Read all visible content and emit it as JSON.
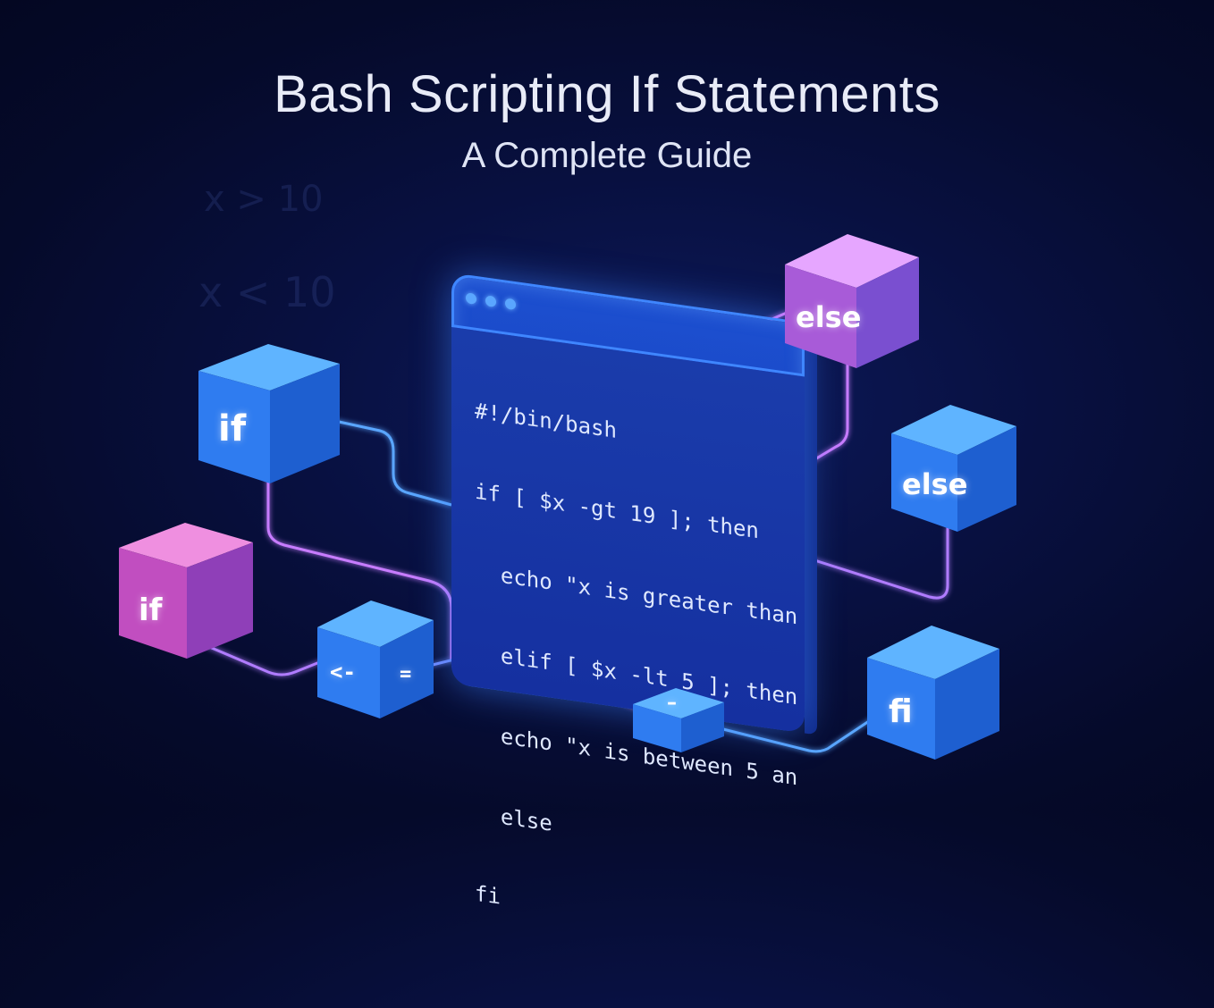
{
  "title": "Bash Scripting If Statements",
  "subtitle": "A Complete Guide",
  "background_text": {
    "line1": "x > 10",
    "line2": "x < 10"
  },
  "code_window": {
    "lines": [
      "#!/bin/bash",
      "if [ $x -gt 19 ]; then",
      "  echo \"x is greater than",
      "  elif [ $x -lt 5 ]; then",
      "  echo \"x is between 5 an",
      "  else",
      "fi"
    ]
  },
  "blocks": {
    "if_blue": "if",
    "if_pink": "if",
    "else_top": "else",
    "else_right": "else",
    "arrow": "<-",
    "equals": "=",
    "dash": "–",
    "fi": "fi"
  },
  "colors": {
    "background": "#050a2a",
    "window": "#1a3cab",
    "cube_blue": "#2f7cf0",
    "cube_pink": "#c14ec0",
    "link_pink": "#e07cff",
    "link_blue": "#5aa6ff"
  }
}
